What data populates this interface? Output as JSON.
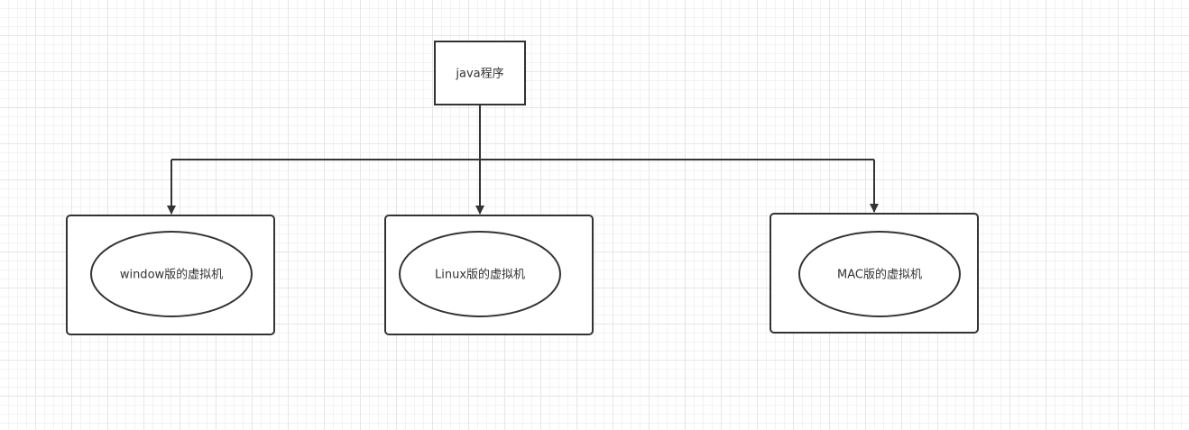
{
  "diagram": {
    "root": {
      "label": "java程序"
    },
    "targets": [
      {
        "label": "window版的虚拟机"
      },
      {
        "label": "Linux版的虚拟机"
      },
      {
        "label": "MAC版的虚拟机"
      }
    ]
  },
  "colors": {
    "stroke": "#333333",
    "fill": "#ffffff",
    "text": "#333333"
  }
}
